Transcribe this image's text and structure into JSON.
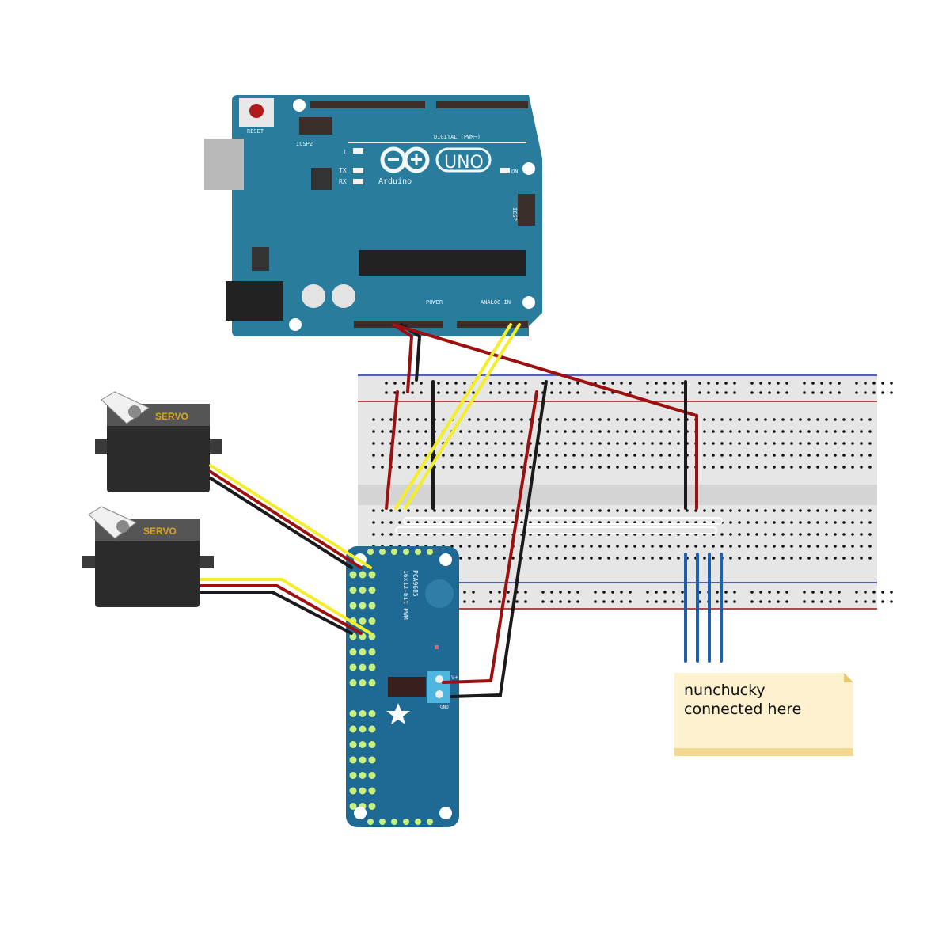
{
  "arduino": {
    "reset_label": "RESET",
    "icsp2_label": "ICSP2",
    "icsp_label": "ICSP",
    "logo_text": "UNO",
    "brand": "Arduino",
    "digital_label": "DIGITAL (PWM~)",
    "power_label": "POWER",
    "analog_label": "ANALOG IN",
    "led_l": "L",
    "led_tx": "TX",
    "led_rx": "RX",
    "led_on": "ON"
  },
  "servos": [
    {
      "label": "SERVO"
    },
    {
      "label": "SERVO"
    }
  ],
  "pwm_board": {
    "chip_label": "PCA9685",
    "title": "16x12-bit PWM",
    "power_pins": [
      "V+",
      "GND"
    ]
  },
  "note": {
    "text": "nunchucky connected here"
  },
  "colors": {
    "arduino_blue": "#2a7c9c",
    "pwm_blue": "#1f6a94",
    "wire_red": "#9b1010",
    "wire_black": "#1a1a1a",
    "wire_yellow": "#f2ee2a",
    "wire_blue": "#1e5fb0",
    "note_bg": "#fdf1cf"
  }
}
